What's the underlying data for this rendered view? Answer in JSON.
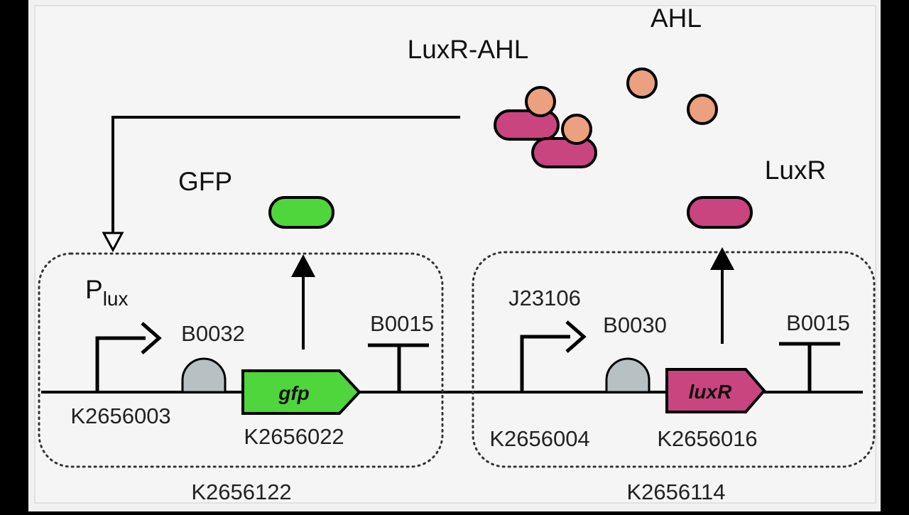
{
  "colors": {
    "background": "#f1f1f1",
    "frame": "#000000",
    "gfp": "#4fd63c",
    "luxr": "#c9457f",
    "ahl": "#eba07f",
    "rbs": "#b7c0c2"
  },
  "molecules": {
    "ahl_label": "AHL",
    "luxr_ahl_label": "LuxR-AHL",
    "luxr_label": "LuxR",
    "gfp_label": "GFP"
  },
  "left_device": {
    "id": "K2656122",
    "promoter_symbol": "P",
    "promoter_subscript": "lux",
    "promoter_id": "K2656003",
    "rbs_id": "B0032",
    "gene_name": "gfp",
    "gene_id": "K2656022",
    "terminator_id": "B0015"
  },
  "right_device": {
    "id": "K2656114",
    "promoter_name": "J23106",
    "promoter_id": "K2656004",
    "rbs_id": "B0030",
    "gene_name": "luxR",
    "gene_id": "K2656016",
    "terminator_id": "B0015"
  },
  "icons": [
    "promoter-arrow-icon",
    "rbs-icon",
    "terminator-icon",
    "activation-arrow-icon",
    "expression-arrow-icon"
  ]
}
